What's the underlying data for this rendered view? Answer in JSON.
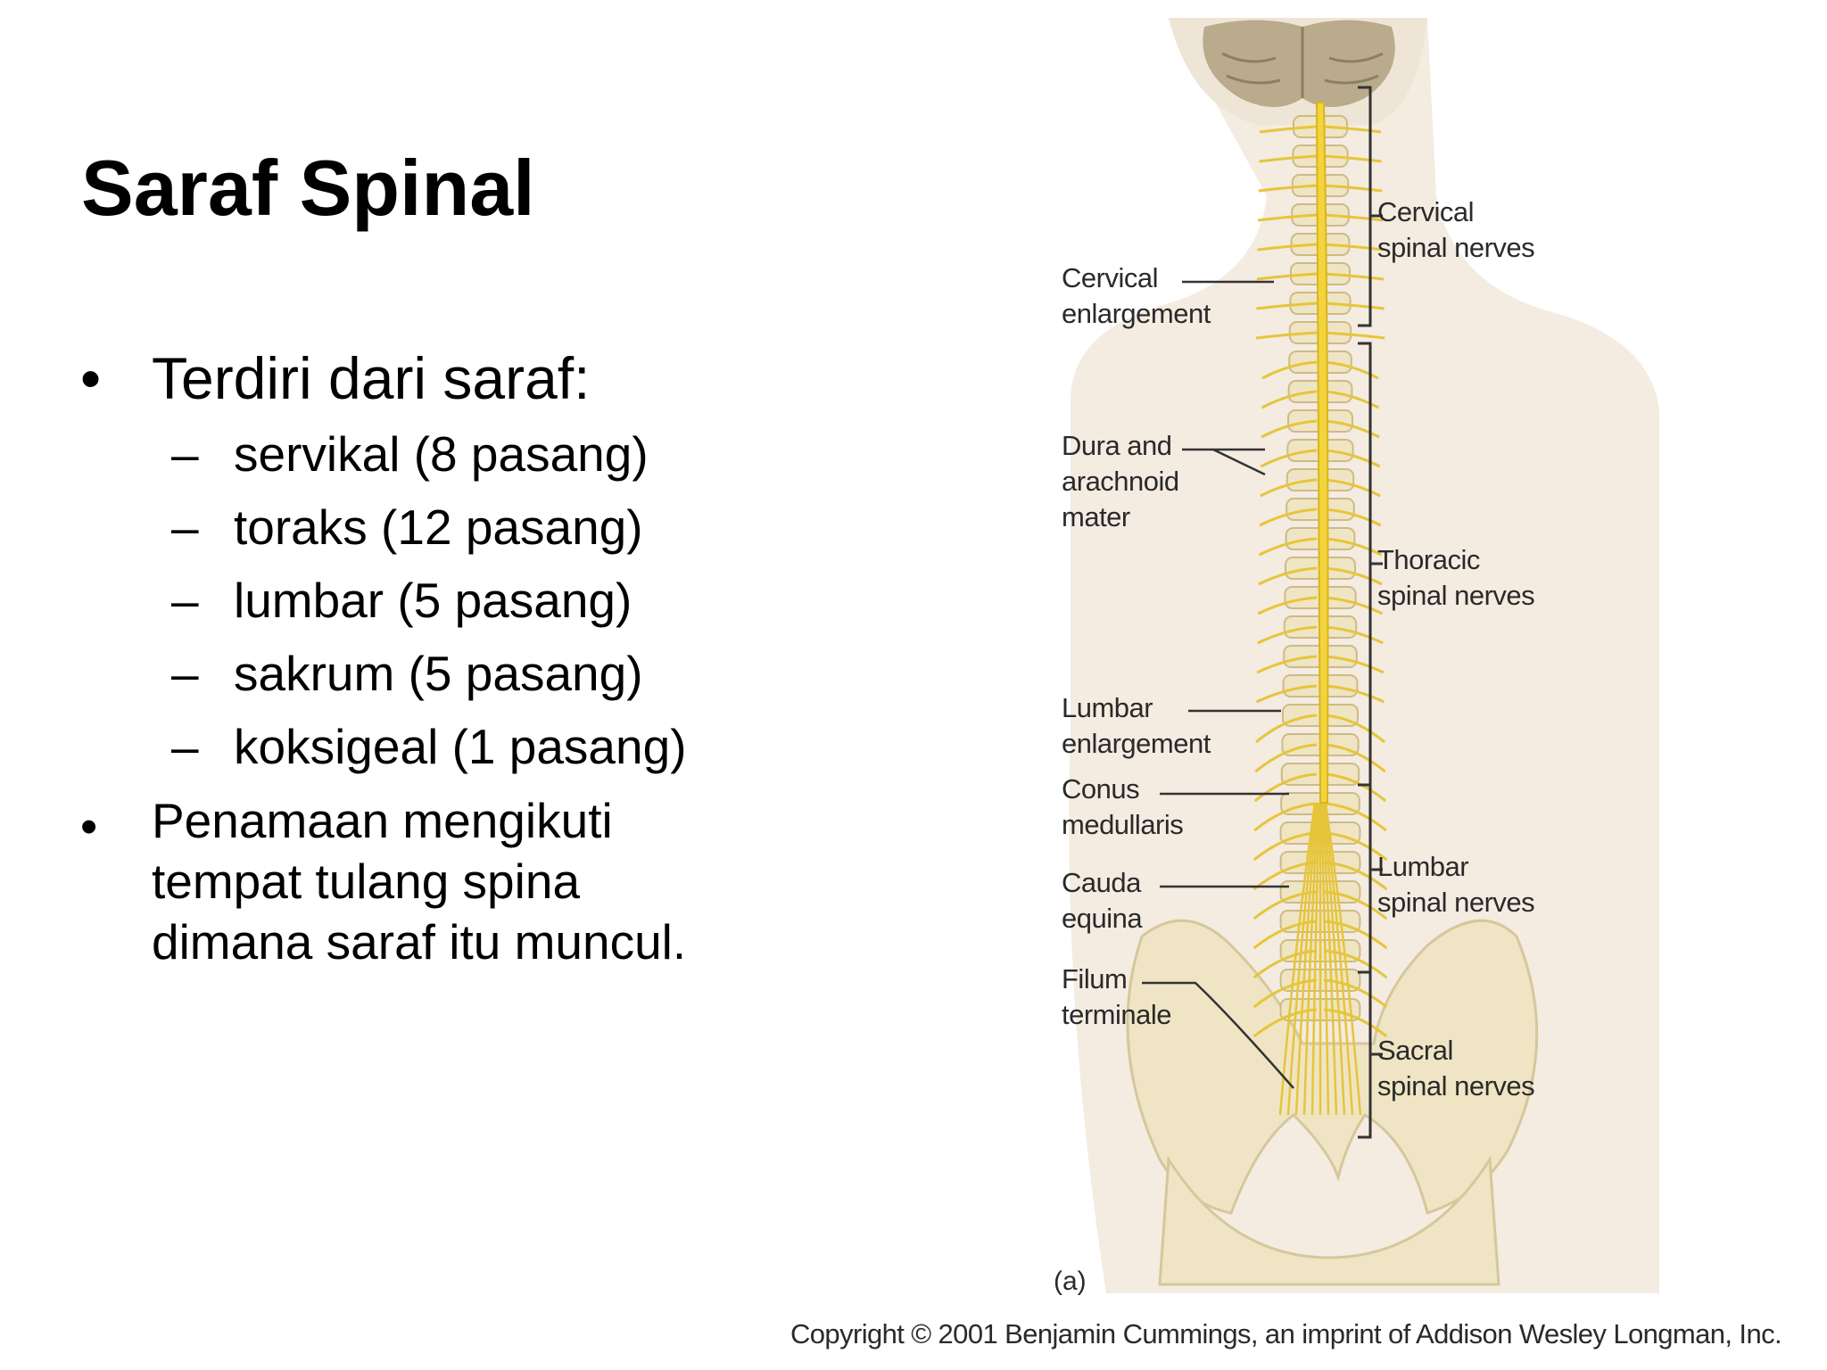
{
  "slide": {
    "title": "Saraf Spinal",
    "bullets": [
      {
        "text": "Terdiri dari saraf:",
        "sub": [
          "servikal (8 pasang)",
          "toraks (12 pasang)",
          "lumbar (5 pasang)",
          "sakrum (5 pasang)",
          "koksigeal (1 pasang)"
        ]
      },
      {
        "text": "Penamaan mengikuti\ntempat tulang spina\ndimana saraf itu muncul."
      }
    ],
    "bullet_glyph": "•",
    "sub_glyph": "–"
  },
  "figure": {
    "left_labels": [
      "Cervical\nenlargement",
      "Dura and\narachnoid\nmater",
      "Lumbar\nenlargement",
      "Conus\nmedullaris",
      "Cauda\nequina",
      "Filum\nterminale"
    ],
    "right_labels": [
      "Cervical\nspinal nerves",
      "Thoracic\nspinal nerves",
      "Lumbar\nspinal nerves",
      "Sacral\nspinal nerves"
    ],
    "panel_tag": "(a)",
    "copyright": "Copyright © 2001 Benjamin Cummings, an imprint of Addison Wesley Longman, Inc.",
    "colors": {
      "bone": "#efe5c4",
      "skin": "#f4ebe1",
      "cord": "#f3d43c",
      "brain": "#b9ab8c"
    }
  }
}
